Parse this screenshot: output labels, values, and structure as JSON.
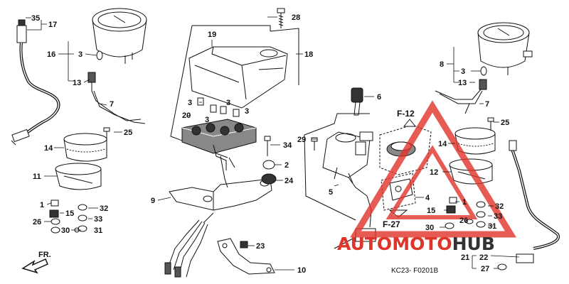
{
  "diagram": {
    "callouts": [
      {
        "id": "c35",
        "text": "35"
      },
      {
        "id": "c17",
        "text": "17"
      },
      {
        "id": "c16",
        "text": "16"
      },
      {
        "id": "c3a",
        "text": "3"
      },
      {
        "id": "c13a",
        "text": "13"
      },
      {
        "id": "c7a",
        "text": "7"
      },
      {
        "id": "c25a",
        "text": "25"
      },
      {
        "id": "c14a",
        "text": "14"
      },
      {
        "id": "c11",
        "text": "11"
      },
      {
        "id": "c1a",
        "text": "1"
      },
      {
        "id": "c15a",
        "text": "15"
      },
      {
        "id": "c32a",
        "text": "32"
      },
      {
        "id": "c26a",
        "text": "26"
      },
      {
        "id": "c33a",
        "text": "33"
      },
      {
        "id": "c30a",
        "text": "30"
      },
      {
        "id": "c31a",
        "text": "31"
      },
      {
        "id": "c28",
        "text": "28"
      },
      {
        "id": "c19",
        "text": "19"
      },
      {
        "id": "c18",
        "text": "18"
      },
      {
        "id": "c3b",
        "text": "3"
      },
      {
        "id": "c3c",
        "text": "3"
      },
      {
        "id": "c3d",
        "text": "3"
      },
      {
        "id": "c3e",
        "text": "3"
      },
      {
        "id": "c20",
        "text": "20"
      },
      {
        "id": "c34",
        "text": "34"
      },
      {
        "id": "c2",
        "text": "2"
      },
      {
        "id": "c24",
        "text": "24"
      },
      {
        "id": "c9",
        "text": "9"
      },
      {
        "id": "c23",
        "text": "23"
      },
      {
        "id": "c10",
        "text": "10"
      },
      {
        "id": "c6",
        "text": "6"
      },
      {
        "id": "c29",
        "text": "29"
      },
      {
        "id": "c5",
        "text": "5"
      },
      {
        "id": "c4",
        "text": "4"
      },
      {
        "id": "c8",
        "text": "8"
      },
      {
        "id": "c3f",
        "text": "3"
      },
      {
        "id": "c13b",
        "text": "13"
      },
      {
        "id": "c7b",
        "text": "7"
      },
      {
        "id": "c25b",
        "text": "25"
      },
      {
        "id": "c14b",
        "text": "14"
      },
      {
        "id": "c12",
        "text": "12"
      },
      {
        "id": "c1b",
        "text": "1"
      },
      {
        "id": "c32b",
        "text": "32"
      },
      {
        "id": "c15b",
        "text": "15"
      },
      {
        "id": "c33b",
        "text": "33"
      },
      {
        "id": "c26b",
        "text": "26"
      },
      {
        "id": "c30b",
        "text": "30"
      },
      {
        "id": "c31b",
        "text": "31"
      },
      {
        "id": "c21",
        "text": "21"
      },
      {
        "id": "c22",
        "text": "22"
      },
      {
        "id": "c27",
        "text": "27"
      }
    ],
    "refs": {
      "f12": "F-12",
      "f27": "F-27"
    },
    "direction": "FR.",
    "code": "KC23- F0201B"
  },
  "watermark": {
    "part1": "AUTO",
    "part2": "MOTO",
    "part3": "HUB",
    "color_red": "#e0342a",
    "color_dark": "#333333"
  }
}
